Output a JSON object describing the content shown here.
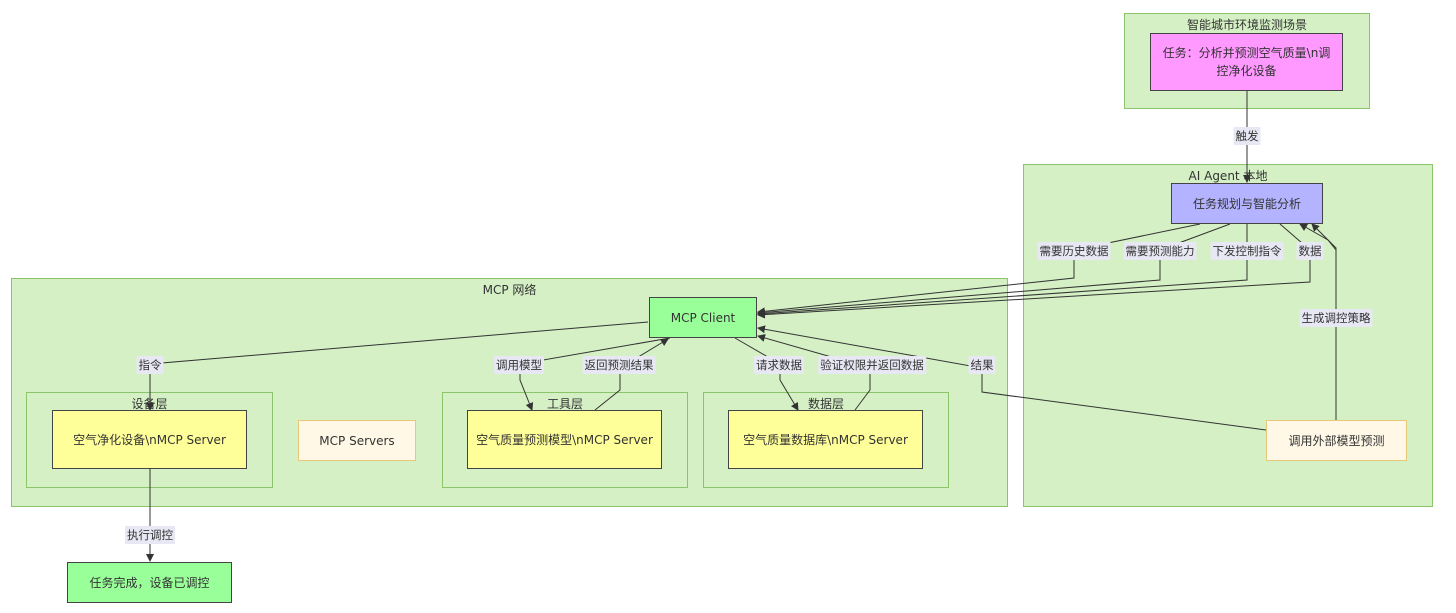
{
  "clusters": {
    "scene": "智能城市环境监测场景",
    "agent": "AI Agent 本地",
    "mcp": "MCP 网络",
    "device_layer": "设备层",
    "tool_layer": "工具层",
    "data_layer": "数据层"
  },
  "nodes": {
    "task": "任务：分析并预测空气质量\\n调控净化设备",
    "planner": "任务规划与智能分析",
    "client": "MCP Client",
    "device_server": "空气净化设备\\nMCP Server",
    "servers": "MCP Servers",
    "model_server": "空气质量预测模型\\nMCP Server",
    "db_server": "空气质量数据库\\nMCP Server",
    "external": "调用外部模型预测",
    "done": "任务完成，设备已调控"
  },
  "edges": {
    "trigger": "触发",
    "need_history": "需要历史数据",
    "need_predict": "需要预测能力",
    "send_cmd": "下发控制指令",
    "data": "数据",
    "gen_strategy": "生成调控策略",
    "instruction": "指令",
    "call_model": "调用模型",
    "return_pred": "返回预测结果",
    "request_data": "请求数据",
    "verify_return": "验证权限并返回数据",
    "result": "结果",
    "execute": "执行调控"
  },
  "colors": {
    "cluster_fill": "#d4f0c4",
    "cluster_border": "#8cc46c",
    "yellow_node": "#ffff99",
    "green_node": "#99ff99",
    "pink_node": "#ff99ff",
    "purple_node": "#b3b3ff",
    "cream_node": "#fff8e6"
  }
}
